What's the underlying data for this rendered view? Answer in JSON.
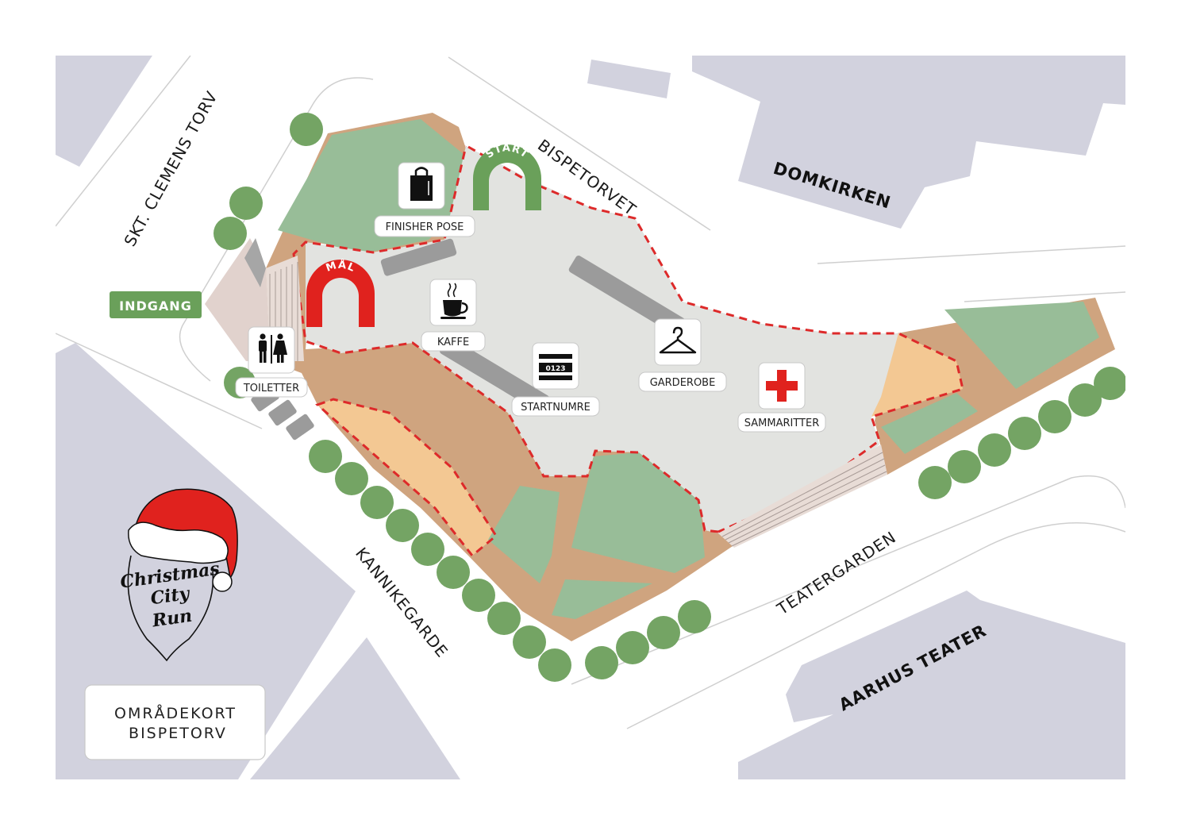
{
  "streets": {
    "skt_clemens_torv": "SKT. CLEMENS TORV",
    "bispetorvet": "BISPETORVET",
    "kannikegarde": "KANNIKEGARDE",
    "teatergarden": "TEATERGARDEN"
  },
  "buildings": {
    "domkirken": "DOMKIRKEN",
    "aarhus_teater": "AARHUS TEATER"
  },
  "entrance": {
    "label": "INDGANG"
  },
  "arches": {
    "start": "START",
    "finish": "MÅL"
  },
  "facilities": {
    "finisher_pose": {
      "label": "FINISHER POSE",
      "icon": "shopping-bag-icon"
    },
    "kaffe": {
      "label": "KAFFE",
      "icon": "coffee-cup-icon"
    },
    "toiletter": {
      "label": "TOILETTER",
      "icon": "toilet-icon"
    },
    "startnumre": {
      "label": "STARTNUMRE",
      "icon": "race-bib-icon",
      "bib_number": "0123"
    },
    "garderobe": {
      "label": "GARDEROBE",
      "icon": "hanger-icon"
    },
    "sammaritter": {
      "label": "SAMMARITTER",
      "icon": "first-aid-cross-icon"
    }
  },
  "logo": {
    "line1": "Christmas",
    "line2": "City",
    "line3": "Run"
  },
  "map_title": {
    "line1": "OMRÅDEKORT",
    "line2": "BISPETORV"
  },
  "colors": {
    "building": "#d2d2de",
    "plaza": "#e2e3e0",
    "sand": "#cfa47f",
    "light_sand": "#f3c893",
    "lawn": "#98bd98",
    "tree": "#74a464",
    "route_dash": "#dd2a2a",
    "start_arch": "#6aa05a",
    "finish_arch": "#e0221e",
    "entrance": "#6aa05a"
  }
}
